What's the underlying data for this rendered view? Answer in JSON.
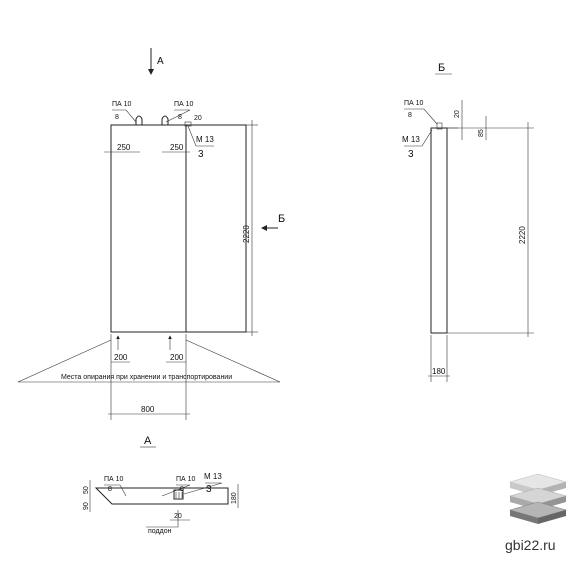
{
  "views": {
    "front_arrow_label": "А",
    "side_label": "Б",
    "side_arrow_label": "Б",
    "plan_label": "А"
  },
  "marks": {
    "loop": "ПА 10",
    "loop_count": "8",
    "plate": "М 13",
    "plate_count": "3"
  },
  "dims": {
    "d250": "250",
    "d20": "20",
    "d2220": "2220",
    "d200": "200",
    "d800": "800",
    "d85": "85",
    "d180": "180",
    "d50": "50",
    "d90": "90"
  },
  "notes": {
    "support_places": "Места опирания при хранении и транспортировании",
    "pallet": "поддон"
  },
  "brand": {
    "site": "gbi22.ru"
  }
}
